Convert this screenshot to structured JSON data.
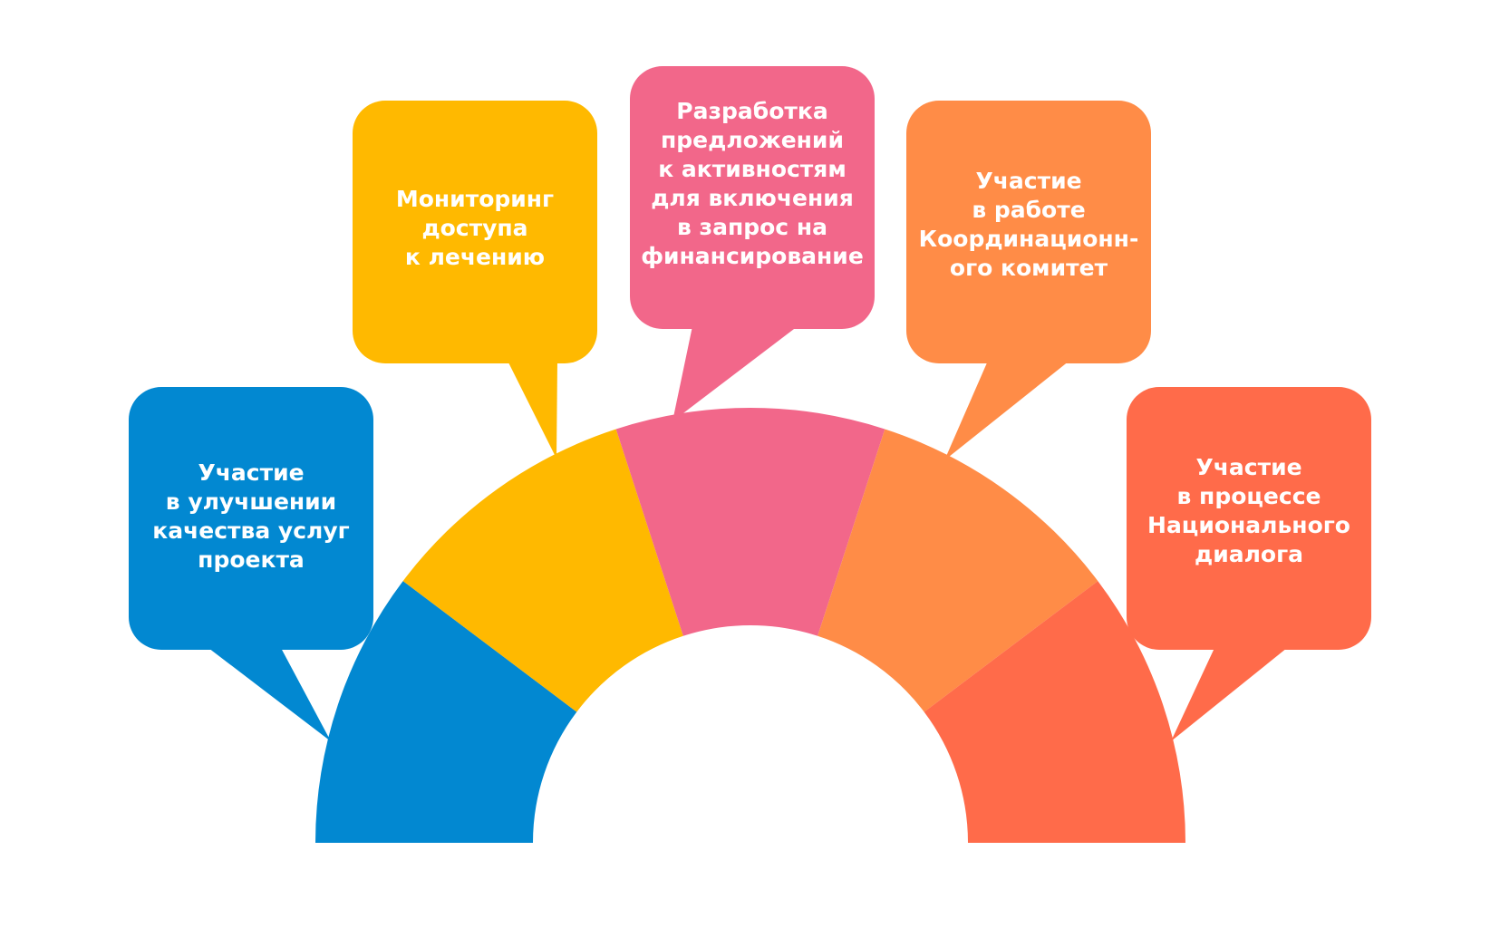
{
  "diagram": {
    "segments": [
      {
        "id": "quality",
        "color": "#0288D1",
        "lines": [
          "Участие",
          "в улучшении",
          "качества услуг",
          "проекта"
        ]
      },
      {
        "id": "monitoring",
        "color": "#FFB900",
        "lines": [
          "Мониторинг",
          "доступа",
          "к лечению"
        ]
      },
      {
        "id": "proposals",
        "color": "#F2678A",
        "lines": [
          "Разработка",
          "предложений",
          "к активностям",
          "для включения",
          "в запрос на",
          "финансирование"
        ]
      },
      {
        "id": "committee",
        "color": "#FF8C47",
        "lines": [
          "Участие",
          "в работе",
          "Координационн-",
          "ого комитет"
        ]
      },
      {
        "id": "dialogue",
        "color": "#FF6B4A",
        "lines": [
          "Участие",
          "в процессе",
          "Национального",
          "диалога"
        ]
      }
    ]
  }
}
